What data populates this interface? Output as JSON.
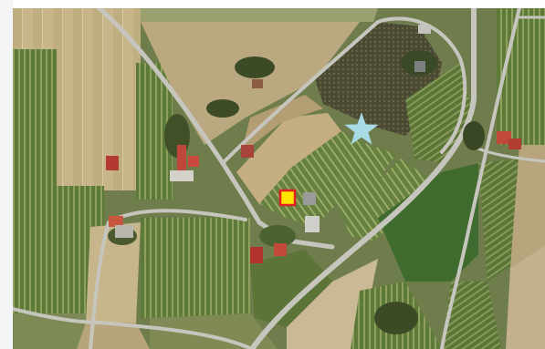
{
  "map": {
    "kind": "satellite-aerial-view",
    "markers": [
      {
        "id": "star-marker",
        "shape": "star",
        "color": "#a8dbe6"
      },
      {
        "id": "square-marker",
        "shape": "square",
        "fill": "#ffe600",
        "border": "#e02020"
      }
    ],
    "colors": {
      "field_light": "#c9b98d",
      "field_green": "#5f7a3a",
      "field_dark": "#3d4a26",
      "road": "#c8c8c2"
    }
  }
}
